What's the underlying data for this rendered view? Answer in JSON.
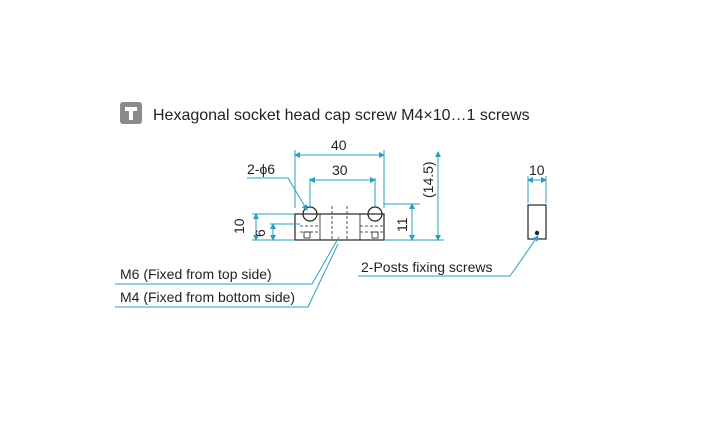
{
  "heading": {
    "icon": "tool-icon",
    "text": "Hexagonal socket head cap screw M4×10…1 screws"
  },
  "dimensions": {
    "width_outer": "40",
    "width_inner": "30",
    "hole_diameter": "2-ϕ6",
    "height_overall": "(14.5)",
    "height_body": "10",
    "height_mid": "6",
    "height_right": "11",
    "side_width": "10"
  },
  "notes": {
    "top_thread": "M6 (Fixed from top side)",
    "bottom_thread": "M4 (Fixed from bottom side)",
    "posts": "2-Posts fixing screws"
  },
  "colors": {
    "leader": "#2a9fbf",
    "icon_bg": "#8a8a8a",
    "line": "#222222"
  }
}
